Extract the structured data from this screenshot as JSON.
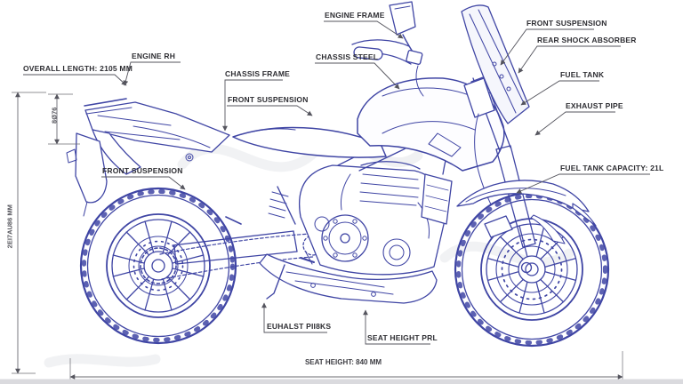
{
  "figure": {
    "kind": "motorcycle technical blueprint diagram",
    "line_color": "#3f45a4",
    "leader_color": "#55555e",
    "label_color": "#2d2d32",
    "background": "#ffffff"
  },
  "labels": [
    {
      "id": "engine-frame",
      "text": "ENGINE FRAME"
    },
    {
      "id": "front-suspension-top",
      "text": "FRONT SUSPENSION"
    },
    {
      "id": "rear-shock-absorber",
      "text": "REAR SHOCK ABSORBER"
    },
    {
      "id": "engine-rh",
      "text": "ENGINE RH"
    },
    {
      "id": "chassis-steel",
      "text": "CHASSIS STEEL"
    },
    {
      "id": "overall-length",
      "text": "OVERALL LENGTH: 2105 MM"
    },
    {
      "id": "chassis-frame",
      "text": "CHASSIS FRAME"
    },
    {
      "id": "fuel-tank",
      "text": "FUEL TANK"
    },
    {
      "id": "front-suspension-mid",
      "text": "FRONT SUSPENSION"
    },
    {
      "id": "exhaust-pipe",
      "text": "EXHAUST PIPE"
    },
    {
      "id": "front-suspension-left",
      "text": "FRONT SUSPENSION"
    },
    {
      "id": "fuel-tank-capacity",
      "text": "FUEL TANK CAPACITY: 21L"
    },
    {
      "id": "exhaust-pipes-bottom",
      "text": "EUHALST PII8KS"
    },
    {
      "id": "seat-height-callout",
      "text": "SEAT HEIGHT PRL"
    },
    {
      "id": "seat-height-dimension",
      "text": "SEAT HEIGHT: 840 MM"
    },
    {
      "id": "overall-height-dimension",
      "text": "2EI7AU86 MM"
    },
    {
      "id": "windscreen-height-dimension",
      "text": "8Ø76"
    }
  ]
}
